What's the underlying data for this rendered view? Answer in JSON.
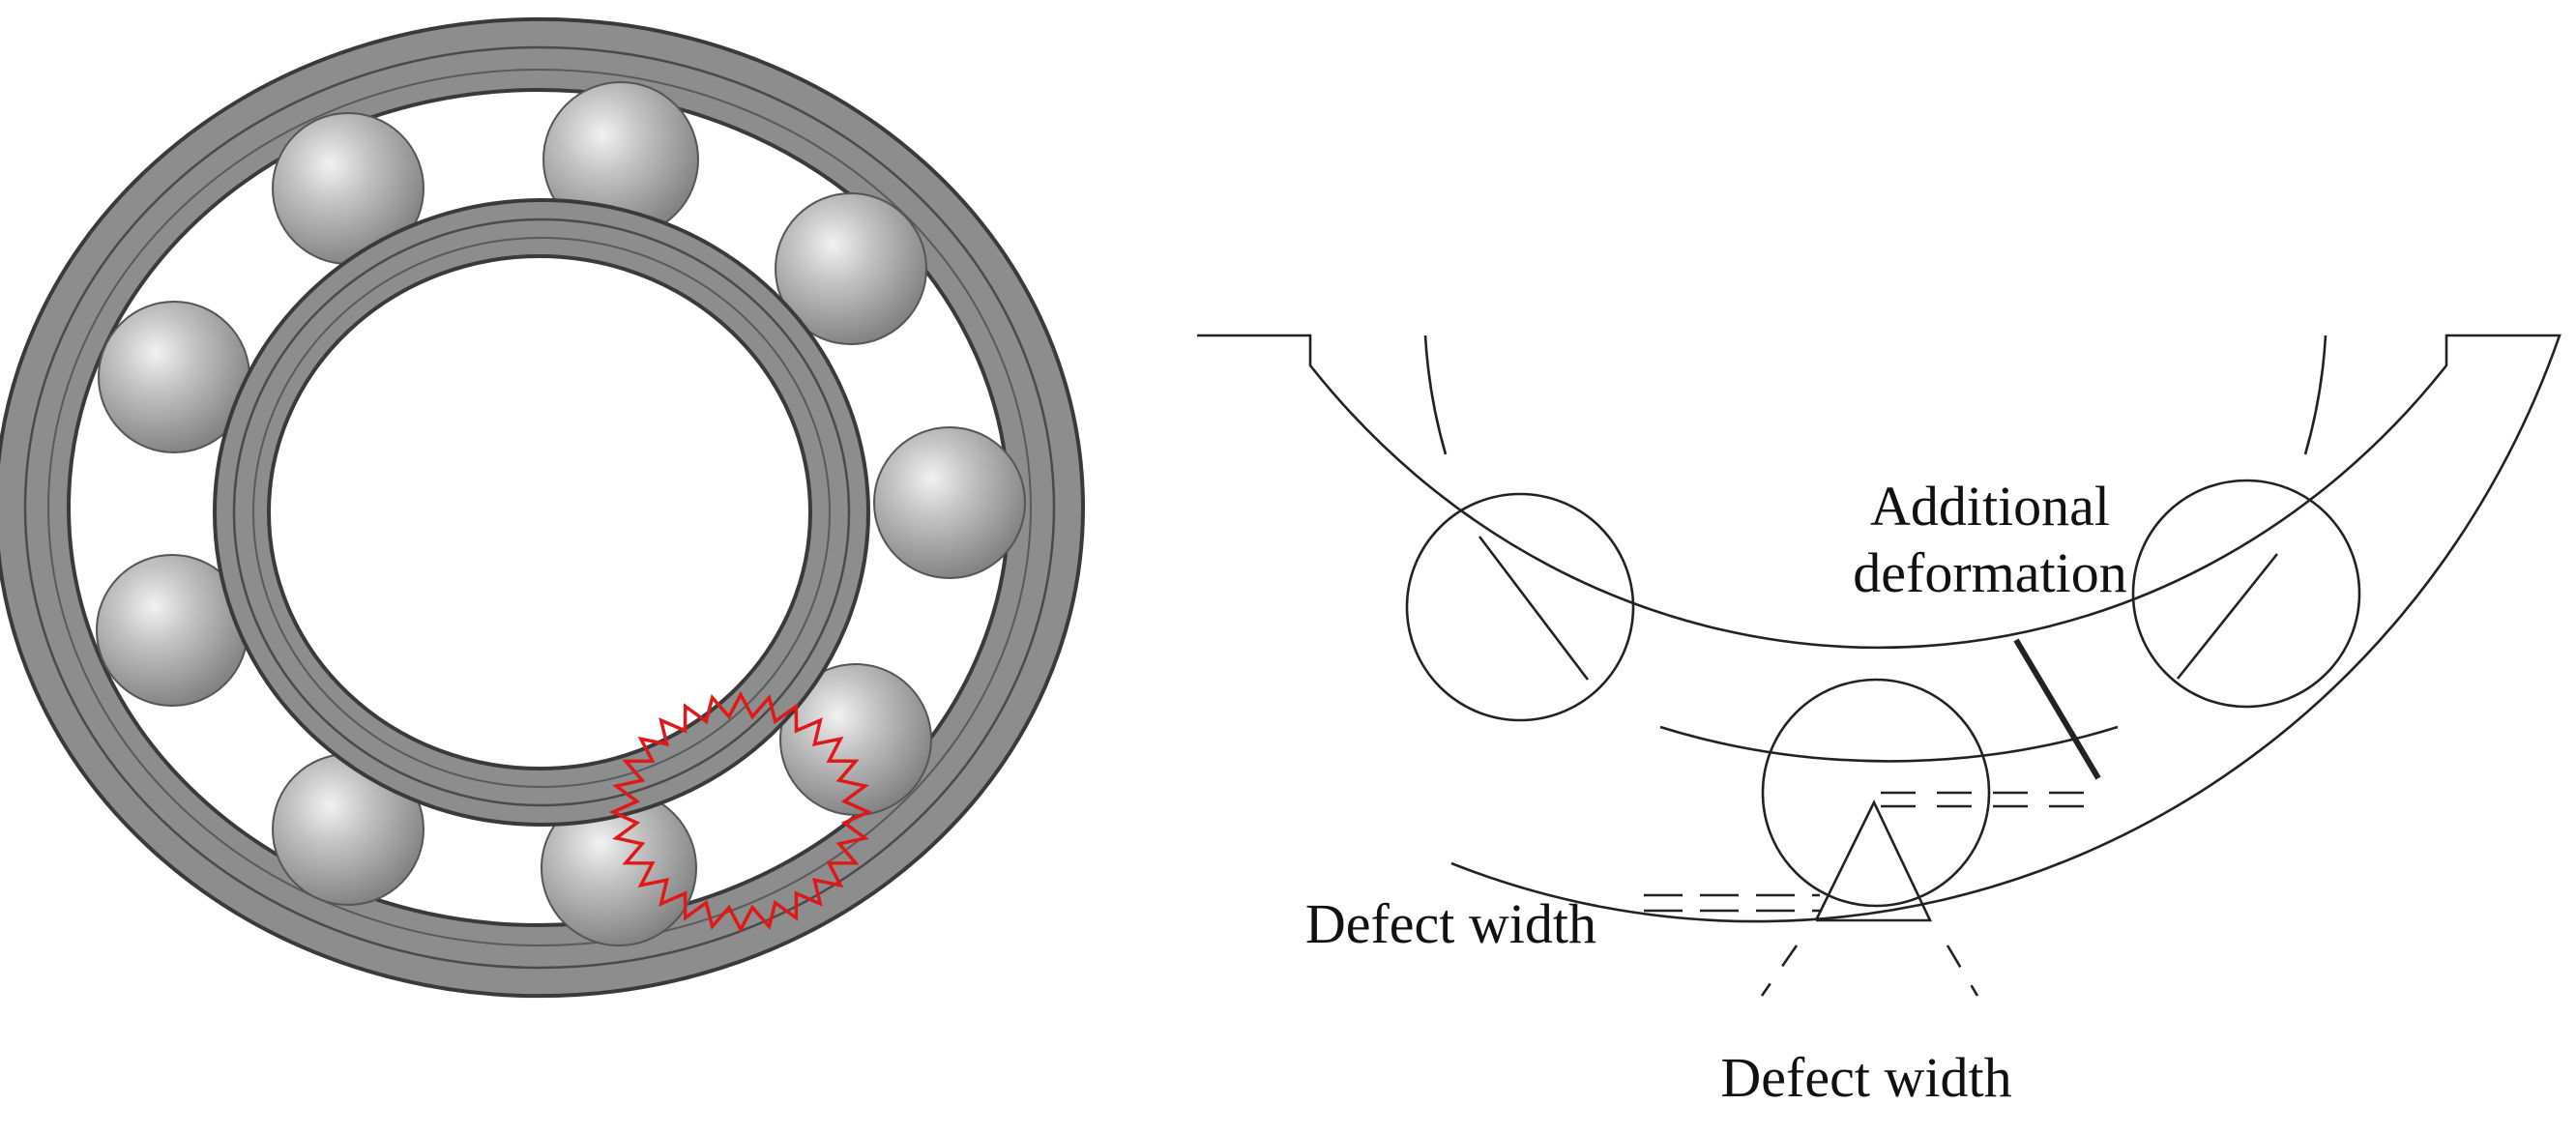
{
  "labels": {
    "additional_deformation_line1": "Additional",
    "additional_deformation_line2": "deformation",
    "defect_width_left": "Defect width",
    "defect_width_bottom": "Defect width"
  },
  "colors": {
    "ring_fill": "#8d8d8d",
    "ring_edge": "#3a3a3a",
    "ball_fill": "#b0b0b0",
    "defect_zigzag": "#e01818",
    "line_art": "#222222"
  }
}
